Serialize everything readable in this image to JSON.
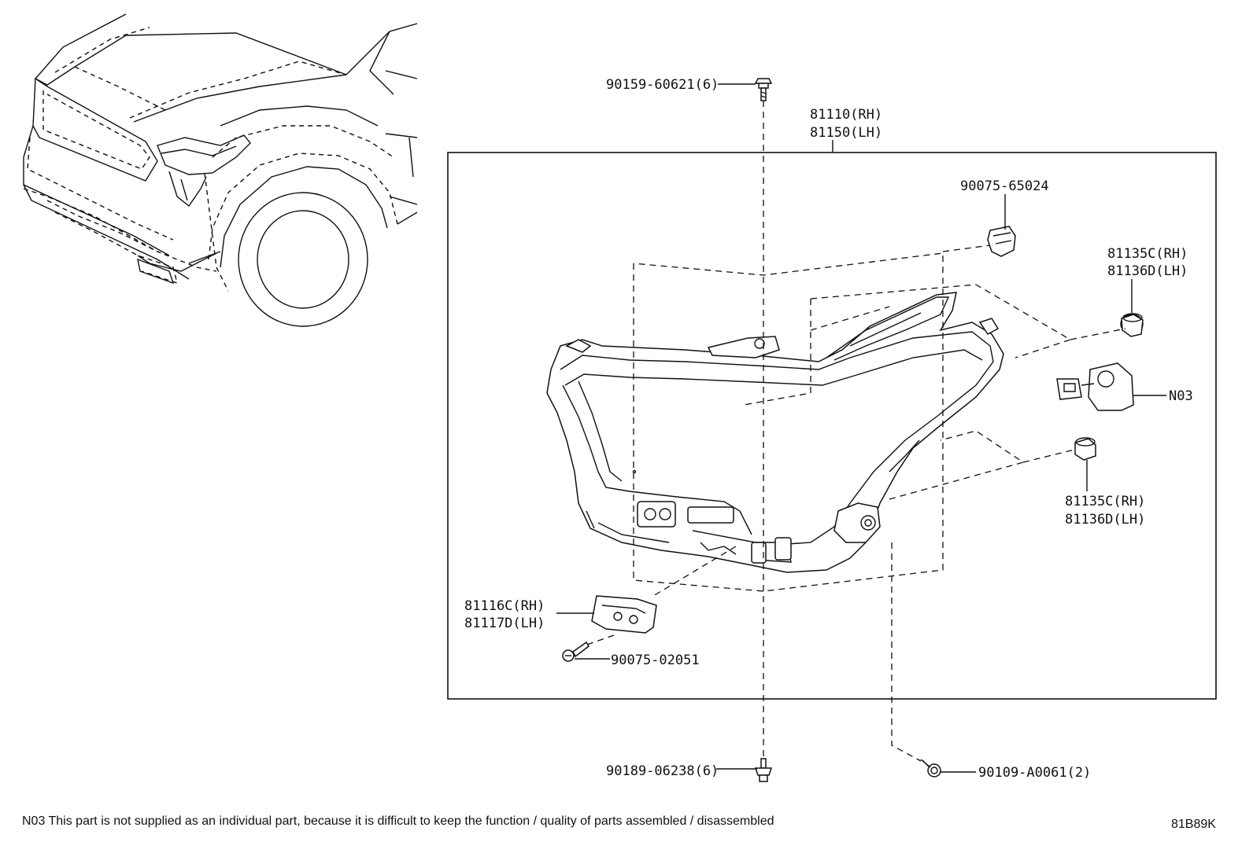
{
  "callouts": {
    "p_90159": "90159-60621(6)",
    "p_81110": "81110(RH)",
    "p_81150": "81150(LH)",
    "p_90075_65024": "90075-65024",
    "p_81135c_top": "81135C(RH)",
    "p_81136d_top": "81136D(LH)",
    "p_n03": "N03",
    "p_81135c_bot": "81135C(RH)",
    "p_81136d_bot": "81136D(LH)",
    "p_81116c": "81116C(RH)",
    "p_81117d": "81117D(LH)",
    "p_90075_02051": "90075-02051",
    "p_90189": "90189-06238(6)",
    "p_90109": "90109-A0061(2)"
  },
  "footer": {
    "note": "N03 This part is not supplied as an  individual part, because it is difficult to keep the function / quality of parts assembled / disassembled",
    "figure_code": "81B89K"
  }
}
